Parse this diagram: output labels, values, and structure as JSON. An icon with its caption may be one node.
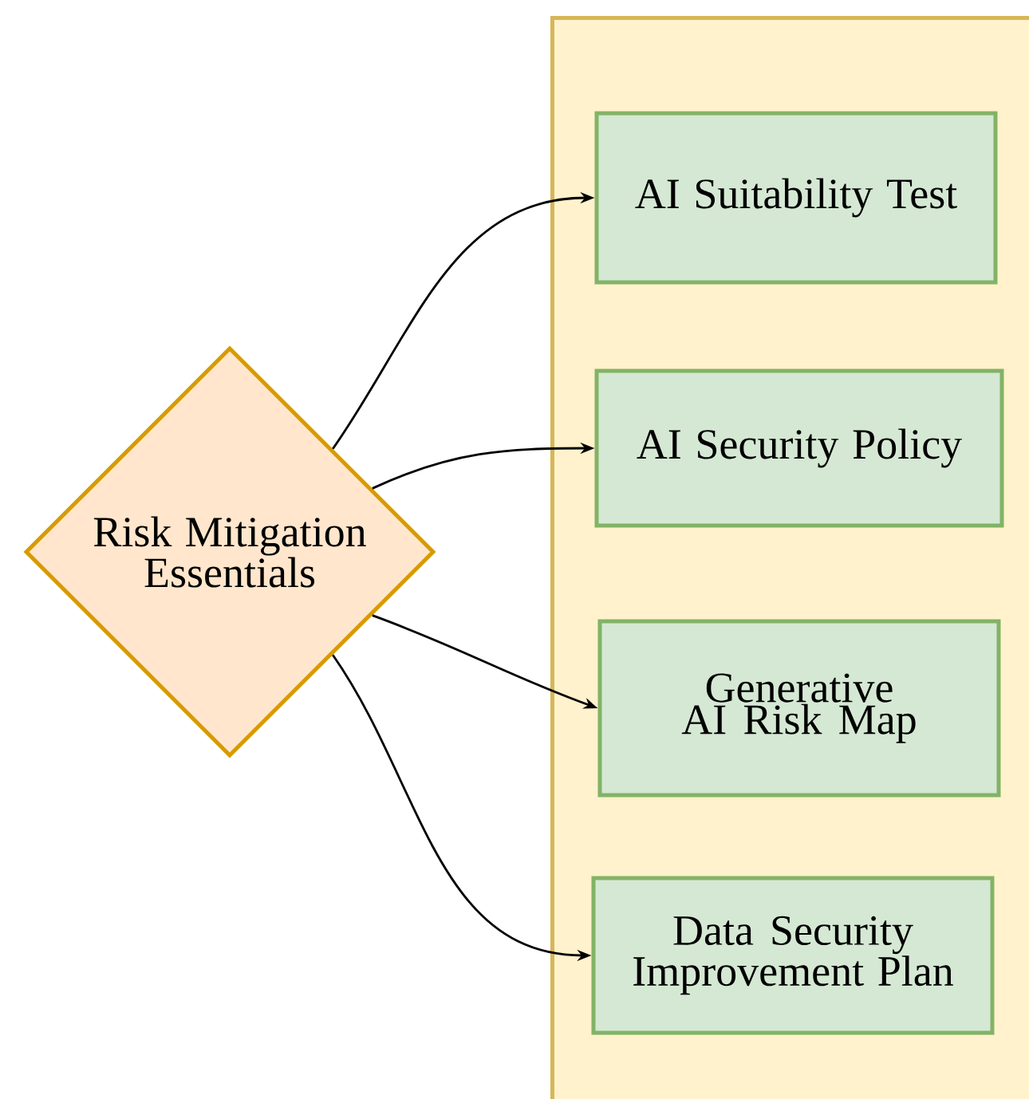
{
  "diagram": {
    "nodes": [
      {
        "text": [],
        "shape": "box"
      },
      {
        "text": [
          "Risk Mitigation Essentials"
        ]
      },
      {
        "text": [
          "AI Suitability Test"
        ],
        "in": 0
      },
      {
        "text": [
          "AI Security Policy"
        ],
        "in": 0
      },
      {
        "text": [
          "Generative AI Risk Map"
        ],
        "in": 0
      },
      {
        "text": [
          "Data Security Improvement Plan"
        ],
        "in": 0
      }
    ],
    "edges": [
      {
        "from": 1,
        "to": 2,
        "arrow": "to"
      },
      {
        "from": 1,
        "to": 3,
        "arrow": "to"
      },
      {
        "from": 1,
        "to": 4,
        "arrow": "to"
      },
      {
        "from": 1,
        "to": 5,
        "arrow": "to"
      }
    ]
  }
}
